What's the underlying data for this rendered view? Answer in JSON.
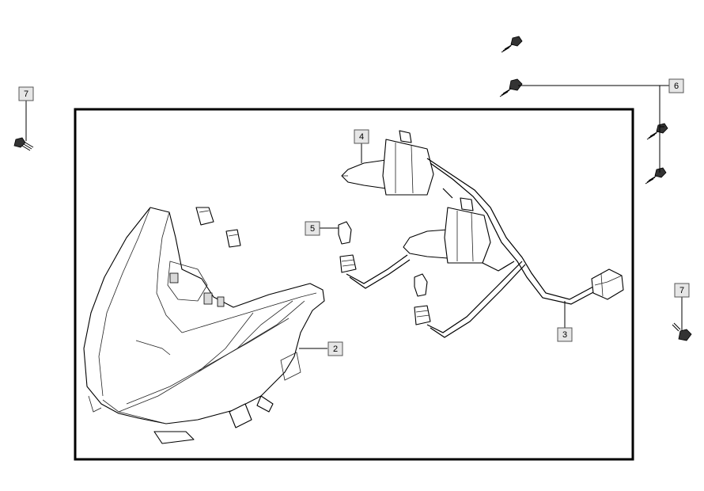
{
  "callouts": [
    {
      "id": "2",
      "label": "2",
      "part": "headlight-housing"
    },
    {
      "id": "3",
      "label": "3",
      "part": "wiring-harness"
    },
    {
      "id": "4",
      "label": "4",
      "part": "headlight-bulb"
    },
    {
      "id": "5",
      "label": "5",
      "part": "position-bulb"
    },
    {
      "id": "6",
      "label": "6",
      "part": "screws-top-right"
    },
    {
      "id": "7a",
      "label": "7",
      "part": "screw-left"
    },
    {
      "id": "7b",
      "label": "7",
      "part": "screw-right"
    }
  ]
}
